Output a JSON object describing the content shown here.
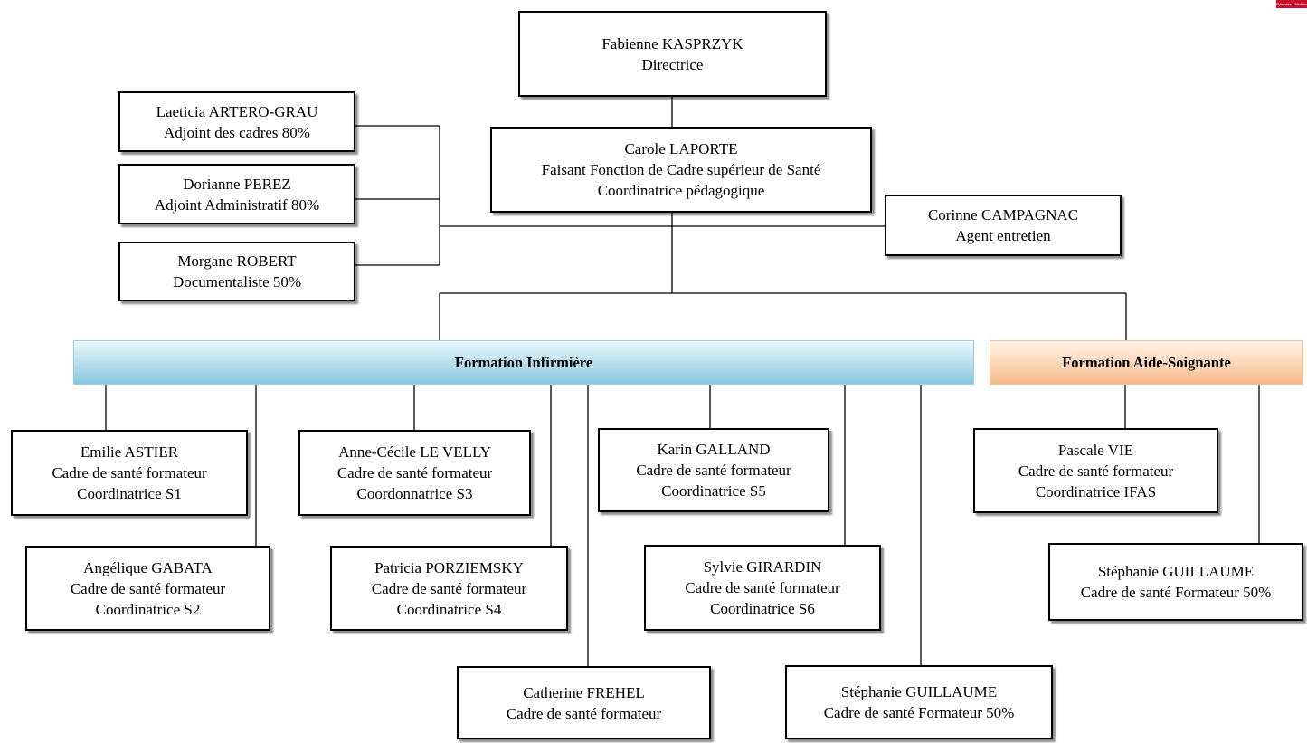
{
  "logo_text": "Pyrénées - Méditerranée",
  "director": {
    "name": "Fabienne KASPRZYK",
    "role": "Directrice"
  },
  "coordinator": {
    "name": "Carole LAPORTE",
    "role1": "Faisant Fonction de Cadre supérieur de Santé",
    "role2": "Coordinatrice pédagogique"
  },
  "staff": {
    "artero": {
      "name": "Laeticia ARTERO-GRAU",
      "role": "Adjoint des cadres 80%"
    },
    "perez": {
      "name": "Dorianne PEREZ",
      "role": "Adjoint Administratif 80%"
    },
    "robert": {
      "name": "Morgane ROBERT",
      "role": "Documentaliste 50%"
    },
    "campagnac": {
      "name": "Corinne CAMPAGNAC",
      "role": "Agent entretien"
    }
  },
  "branches": {
    "ifsi": "Formation Infirmière",
    "ifas": "Formation Aide-Soignante"
  },
  "ifsi_members": {
    "astier": {
      "name": "Emilie ASTIER",
      "role": "Cadre de santé formateur",
      "coord": "Coordinatrice S1"
    },
    "gabata": {
      "name": "Angélique GABATA",
      "role": "Cadre de santé formateur",
      "coord": "Coordinatrice S2"
    },
    "levelly": {
      "name": "Anne-Cécile LE VELLY",
      "role": "Cadre de santé formateur",
      "coord": "Coordonnatrice S3"
    },
    "porziemsky": {
      "name": "Patricia PORZIEMSKY",
      "role": "Cadre de santé formateur",
      "coord": "Coordinatrice S4"
    },
    "frehel": {
      "name": "Catherine FREHEL",
      "role": "Cadre de santé formateur"
    },
    "galland": {
      "name": "Karin GALLAND",
      "role": "Cadre de santé formateur",
      "coord": "Coordinatrice S5"
    },
    "girardin": {
      "name": "Sylvie GIRARDIN",
      "role": "Cadre de santé formateur",
      "coord": "Coordinatrice S6"
    },
    "guillaume": {
      "name": "Stéphanie GUILLAUME",
      "role": "Cadre de santé Formateur 50%"
    }
  },
  "ifas_members": {
    "vie": {
      "name": "Pascale VIE",
      "role": "Cadre de santé formateur",
      "coord": "Coordinatrice IFAS"
    },
    "guillaume": {
      "name": "Stéphanie GUILLAUME",
      "role": "Cadre de santé Formateur 50%"
    }
  }
}
